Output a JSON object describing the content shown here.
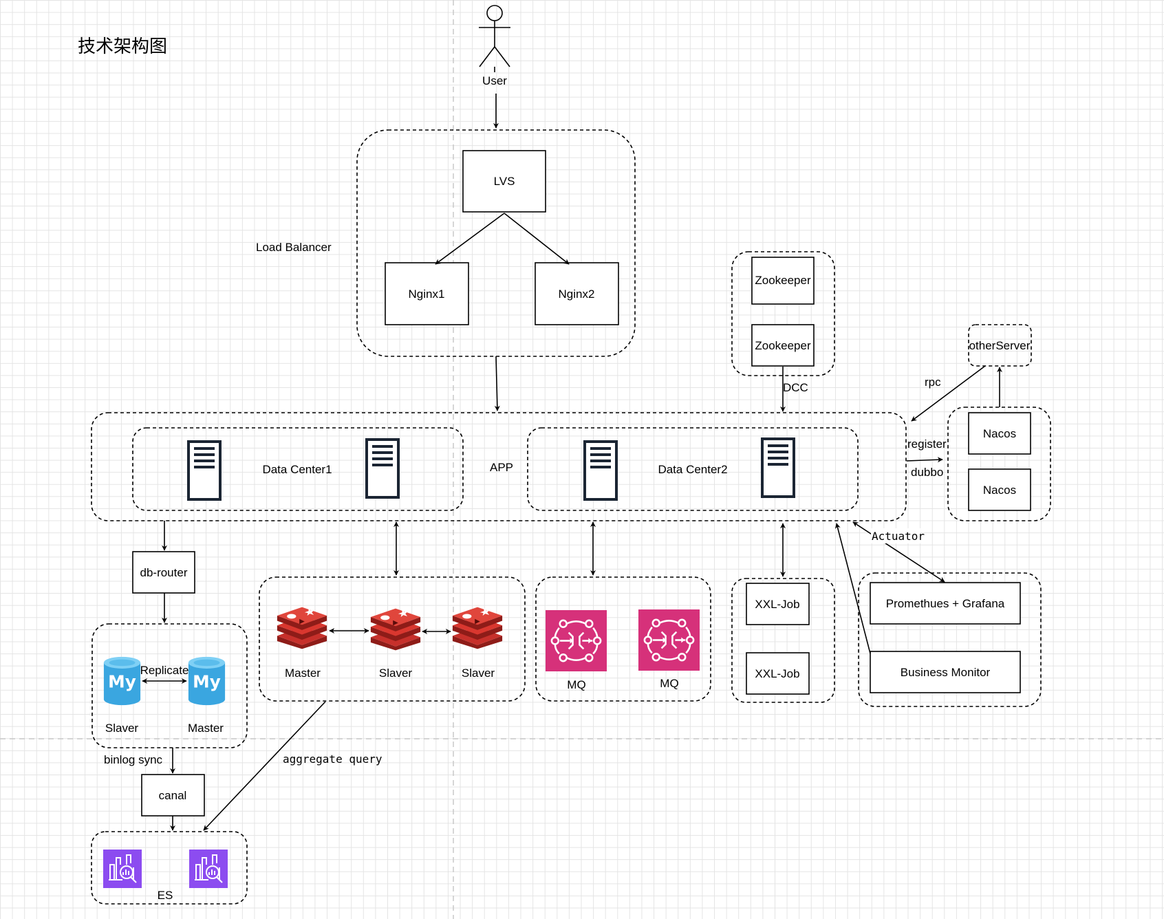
{
  "title": "技术架构图",
  "user": {
    "label": "User"
  },
  "load_balancer": {
    "label": "Load Balancer",
    "lvs": "LVS",
    "nginx1": "Nginx1",
    "nginx2": "Nginx2"
  },
  "zookeeper": {
    "node1": "Zookeeper",
    "node2": "Zookeeper",
    "dcc_label": "DCC"
  },
  "other_server": {
    "label": "otherServer",
    "rpc_label": "rpc"
  },
  "nacos": {
    "node1": "Nacos",
    "node2": "Nacos",
    "register_label": "register",
    "dubbo_label": "dubbo"
  },
  "app": {
    "label": "APP",
    "dc1": "Data Center1",
    "dc2": "Data Center2"
  },
  "db_router": {
    "label": "db-router"
  },
  "mysql": {
    "replicate_label": "Replicate",
    "slaver": "Slaver",
    "master": "Master"
  },
  "redis": {
    "master": "Master",
    "slaver1": "Slaver",
    "slaver2": "Slaver"
  },
  "mq": {
    "mq1": "MQ",
    "mq2": "MQ"
  },
  "xxl_job": {
    "job1": "XXL-Job",
    "job2": "XXL-Job"
  },
  "monitoring": {
    "prom": "Promethues + Grafana",
    "biz": "Business Monitor",
    "actuator_label": "Actuator"
  },
  "canal": {
    "label": "canal",
    "binlog_label": "binlog sync"
  },
  "es": {
    "label": "ES",
    "aggregate_label": "aggregate query"
  },
  "colors": {
    "mysql_blue": "#3aa6e0",
    "redis_red": "#c7302b",
    "redis_dark": "#8e1c18",
    "mq_pink": "#d6317a",
    "es_purple": "#8c4cf0"
  },
  "icons": {
    "server": "server-rack-icon",
    "mysql": "mysql-cylinder-icon",
    "redis": "redis-stack-icon",
    "mq": "message-queue-icon",
    "es": "search-analytics-icon",
    "user": "stick-figure-icon"
  }
}
